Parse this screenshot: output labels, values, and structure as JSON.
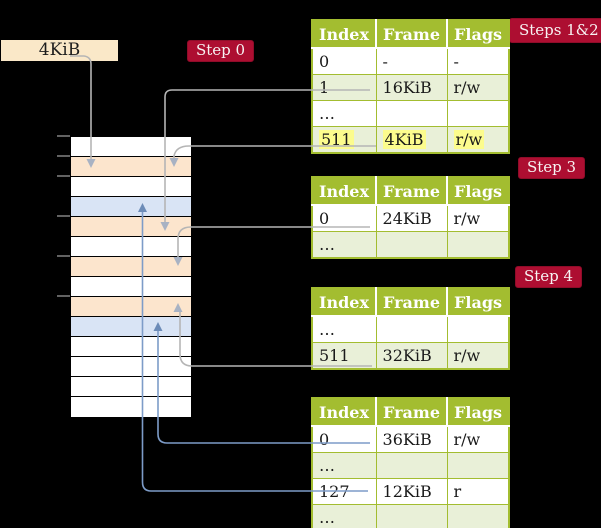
{
  "colors": {
    "crimson": "#ad0e31",
    "olive": "#a3bd30",
    "rowalt": "#e9f0d8",
    "peach": "#fce5cd",
    "bluerow": "#d9e4f5",
    "wheat": "#fae8c8",
    "hl": "#fcfc8d",
    "grayline": "#b5b5b5",
    "blueline": "#7d9cc8"
  },
  "frame_box": {
    "label": "4KiB"
  },
  "badges": [
    {
      "label": "Step 0"
    },
    {
      "label": "Steps 1&2"
    },
    {
      "label": "Step 3"
    },
    {
      "label": "Step 4"
    }
  ],
  "page_tables": [
    {
      "name": "page-table-step0",
      "headers": [
        "Index",
        "Frame",
        "Flags"
      ],
      "rows": [
        {
          "cells": [
            "0",
            "-",
            "-"
          ]
        },
        {
          "cells": [
            "1",
            "16KiB",
            "r/w"
          ]
        },
        {
          "cells": [
            "…",
            "",
            ""
          ]
        },
        {
          "cells": [
            "511",
            "4KiB",
            "r/w"
          ],
          "highlight": true
        }
      ]
    },
    {
      "name": "page-table-step3",
      "headers": [
        "Index",
        "Frame",
        "Flags"
      ],
      "rows": [
        {
          "cells": [
            "0",
            "24KiB",
            "r/w"
          ]
        },
        {
          "cells": [
            "…",
            "",
            ""
          ]
        }
      ]
    },
    {
      "name": "page-table-step4",
      "headers": [
        "Index",
        "Frame",
        "Flags"
      ],
      "rows": [
        {
          "cells": [
            "…",
            "",
            ""
          ]
        },
        {
          "cells": [
            "511",
            "32KiB",
            "r/w"
          ]
        }
      ]
    },
    {
      "name": "page-table-final",
      "headers": [
        "Index",
        "Frame",
        "Flags"
      ],
      "rows": [
        {
          "cells": [
            "0",
            "36KiB",
            "r/w"
          ]
        },
        {
          "cells": [
            "…",
            "",
            ""
          ]
        },
        {
          "cells": [
            "127",
            "12KiB",
            "r"
          ]
        },
        {
          "cells": [
            "…",
            "",
            ""
          ]
        }
      ]
    }
  ],
  "memory": {
    "row_types": [
      "white",
      "peach",
      "white",
      "blue",
      "peach",
      "white",
      "peach",
      "white",
      "peach",
      "blue",
      "white",
      "white",
      "white",
      "white"
    ]
  }
}
